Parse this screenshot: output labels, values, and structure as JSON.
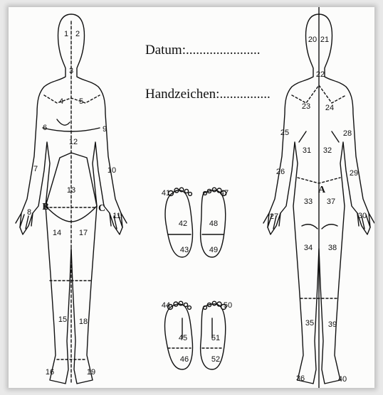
{
  "form": {
    "datum_label": "Datum:",
    "datum_dots": "......................",
    "handzeichen_label": "Handzeichen:",
    "handzeichen_dots": "...............",
    "reference_points": [
      "A",
      "B",
      "C"
    ]
  },
  "front_regions": [
    "1",
    "2",
    "3",
    "4",
    "5",
    "6",
    "7",
    "8",
    "9",
    "10",
    "11",
    "12",
    "13",
    "14",
    "15",
    "16",
    "17",
    "18",
    "19"
  ],
  "back_regions": [
    "20",
    "21",
    "22",
    "23",
    "24",
    "25",
    "26",
    "27",
    "28",
    "29",
    "30",
    "31",
    "32",
    "33",
    "34",
    "35",
    "36",
    "37",
    "38",
    "39",
    "40"
  ],
  "sole_regions": [
    "41",
    "42",
    "43",
    "44",
    "45",
    "46",
    "47",
    "48",
    "49",
    "50",
    "51",
    "52"
  ],
  "colors": {
    "ink": "#111111",
    "paper": "#fcfcfb"
  }
}
